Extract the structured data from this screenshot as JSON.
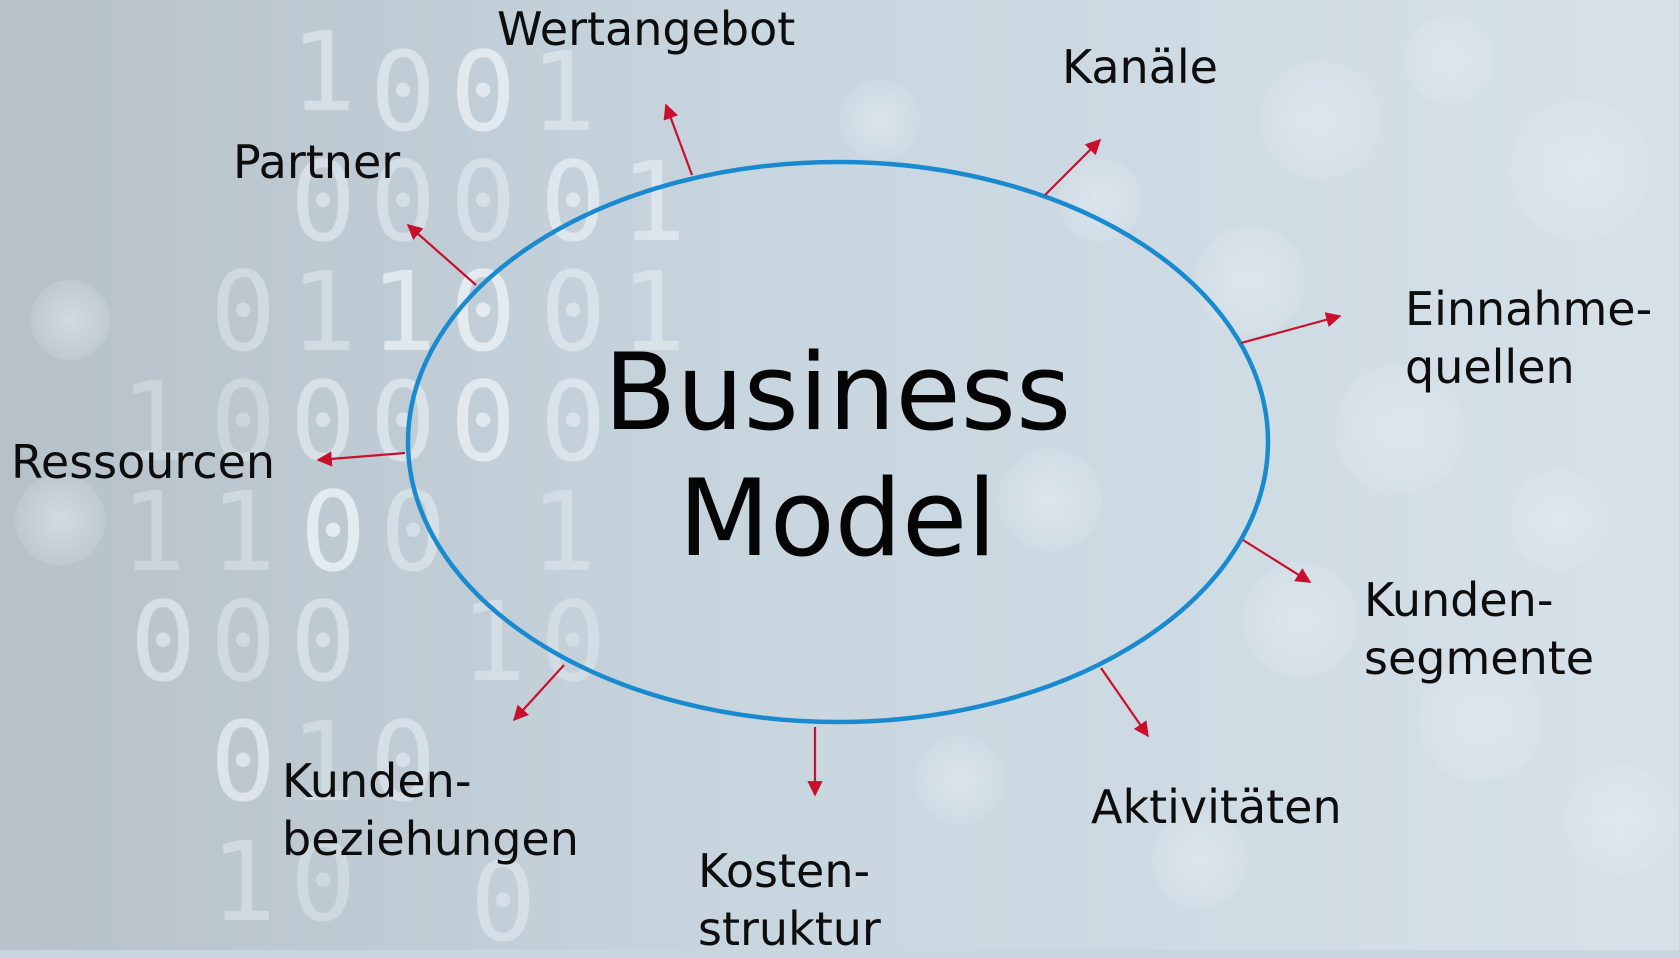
{
  "center": {
    "line1": "Business",
    "line2": "Model"
  },
  "labels": {
    "wertangebot": "Wertangebot",
    "kanaele": "Kanäle",
    "partner": "Partner",
    "einnahme_1": "Einnahme-",
    "einnahme_2": "quellen",
    "ressourcen": "Ressourcen",
    "kundensegmente_1": "Kunden-",
    "kundensegmente_2": "segmente",
    "kundenbeziehungen_1": "Kunden-",
    "kundenbeziehungen_2": "beziehungen",
    "aktivitaeten": "Aktivitäten",
    "kosten_1": "Kosten-",
    "kosten_2": "struktur"
  },
  "colors": {
    "ellipse": "#1a8ad0",
    "arrow": "#c8102e",
    "text": "#0d0d0d",
    "background": "#c9d6e0"
  }
}
